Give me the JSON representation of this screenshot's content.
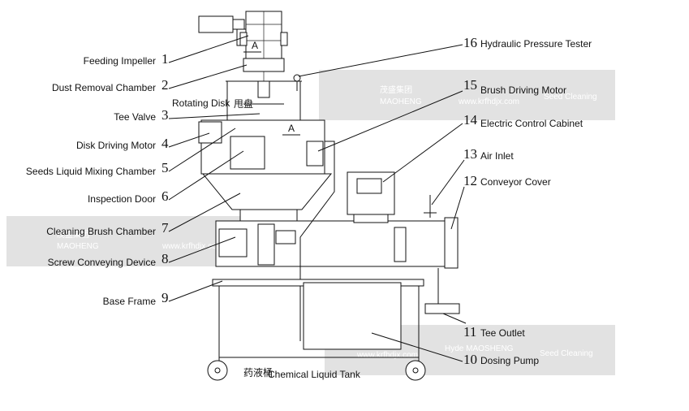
{
  "labels_left": [
    {
      "text": "Feeding Impeller",
      "num": "1"
    },
    {
      "text": "Dust Removal Chamber",
      "num": "2"
    },
    {
      "text": "Tee Valve",
      "num": "3"
    },
    {
      "text": "Disk Driving Motor",
      "num": "4"
    },
    {
      "text": "Seeds Liquid Mixing Chamber",
      "num": "5"
    },
    {
      "text": "Inspection Door",
      "num": "6"
    },
    {
      "text": "Cleaning Brush Chamber",
      "num": "7"
    },
    {
      "text": "Screw Conveying Device",
      "num": "8"
    },
    {
      "text": "Base Frame",
      "num": "9"
    }
  ],
  "labels_right": [
    {
      "text": "Hydraulic  Pressure Tester",
      "num": "16"
    },
    {
      "text": "Brush Driving Motor",
      "num": "15"
    },
    {
      "text": "Electric Control Cabinet",
      "num": "14"
    },
    {
      "text": "Air Inlet",
      "num": "13"
    },
    {
      "text": "Conveyor Cover",
      "num": "12"
    },
    {
      "text": "Tee Outlet",
      "num": "11"
    },
    {
      "text": "Dosing Pump",
      "num": "10"
    }
  ],
  "inline_labels": {
    "rotating_disk": "Rotating Disk",
    "rotating_disk_cn": "甩盘",
    "chemical_tank": "Chemical Liquid Tank",
    "chemical_tank_cn": "药液桶",
    "section_a_top": "A",
    "section_a_mid": "A"
  },
  "watermark": {
    "brand_cn": "茂盛集团",
    "brand_en": "MAOHENG",
    "url": "www.krfhdjx.com",
    "tag_right": "Hyde MAOSHENG",
    "tag_seed": "Seed Cleaning"
  }
}
